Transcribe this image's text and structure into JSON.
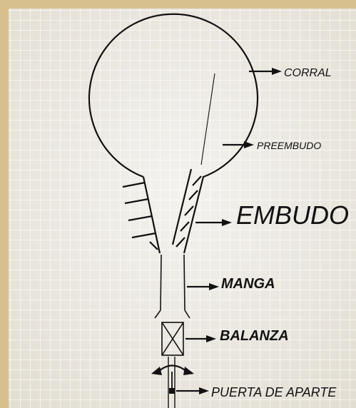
{
  "diagram": {
    "labels": {
      "corral": "CORRAL",
      "preembudo": "PREEMBUDO",
      "embudo": "EMBUDO",
      "manga": "MANGA",
      "balanza": "BALANZA",
      "puerta_de_aparte": "PUERTA DE APARTE"
    }
  },
  "colors": {
    "paper": "#f1efea",
    "grid": "#ffffff",
    "border": "#d8c08e",
    "ink": "#111111"
  }
}
